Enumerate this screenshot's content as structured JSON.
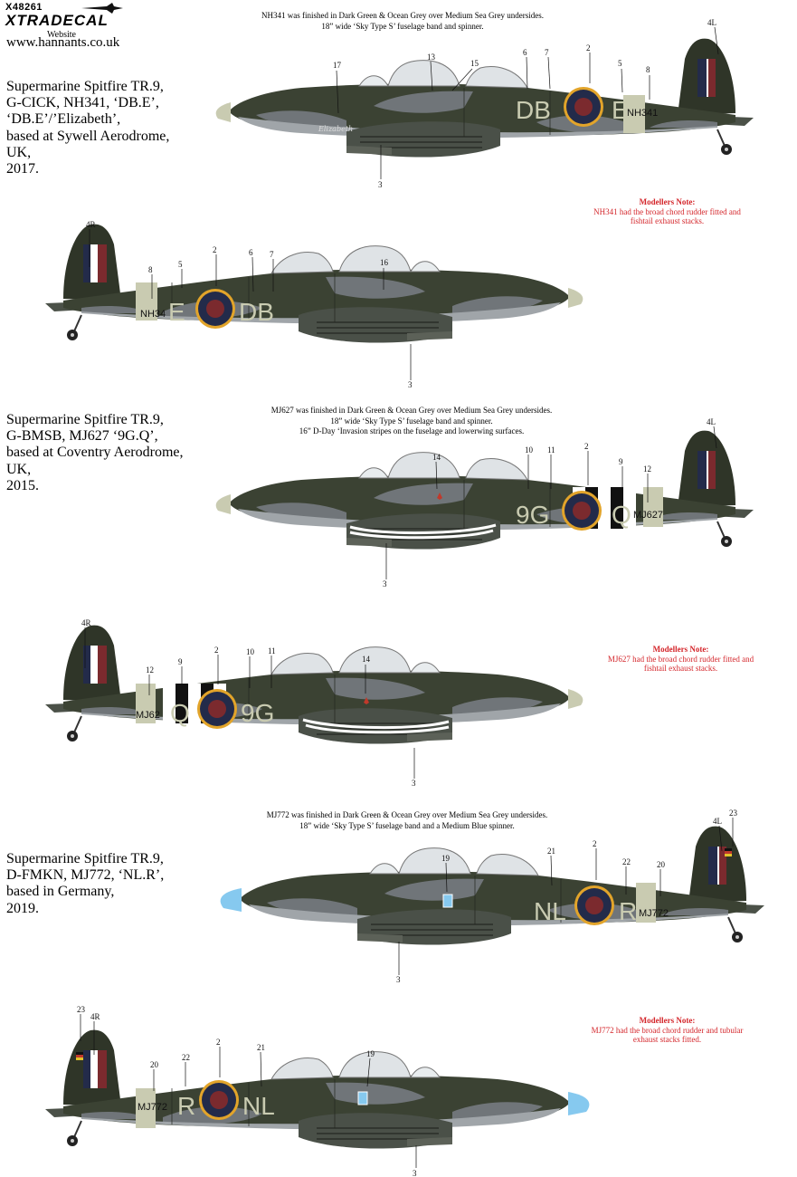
{
  "header": {
    "code": "X48261",
    "brand": "XTRADECAL",
    "website_label": "Website",
    "website_url": "www.hannants.co.uk"
  },
  "colors": {
    "dark_green": "#363e2e",
    "ocean_grey": "#6b7075",
    "medium_sea_grey": "#a0a5a9",
    "sky": "#c9cbb1",
    "roundel_blue": "#232b4a",
    "roundel_red": "#7b2a2e",
    "roundel_yellow": "#e2a42a",
    "medium_blue_spinner": "#86c9ef",
    "note_red": "#d4262b"
  },
  "schemes": [
    {
      "caption": [
        "Supermarine Spitfire TR.9,",
        "G-CICK, NH341, ‘DB.E’,",
        "‘DB.E’/’Elizabeth’,",
        "based at Sywell Aerodrome,",
        "UK,",
        "2017."
      ],
      "finish_note": [
        "NH341 was finished in Dark Green & Ocean Grey over Medium Sea Grey undersides.",
        "18” wide ‘Sky Type S’ fuselage band and spinner."
      ],
      "modellers_note": {
        "heading": "Modellers Note:",
        "lines": [
          "NH341 had the broad chord rudder fitted and",
          "fishtail exhaust stacks."
        ]
      },
      "side_a": {
        "letters_fwd": "DB",
        "letter_aft": "E",
        "serial": "NH341",
        "name_script": "Elizabeth",
        "callouts": [
          "17",
          "13",
          "15",
          "6",
          "7",
          "2",
          "5",
          "8",
          "4L",
          "3"
        ]
      },
      "side_b": {
        "letters_fwd": "DB",
        "letter_aft": "E",
        "serial": "NH34",
        "callouts": [
          "4R",
          "8",
          "5",
          "2",
          "6",
          "7",
          "16",
          "3"
        ]
      }
    },
    {
      "caption": [
        "Supermarine Spitfire TR.9,",
        "G-BMSB, MJ627 ‘9G.Q’,",
        "based at Coventry Aerodrome,",
        "UK,",
        "2015."
      ],
      "finish_note": [
        "MJ627 was finished in Dark Green & Ocean Grey over Medium Sea Grey undersides.",
        "18” wide ‘Sky Type S’ fuselage band and spinner.",
        "16” D-Day ‘Invasion stripes on the fuselage and lowerwing surfaces."
      ],
      "modellers_note": {
        "heading": "Modellers Note:",
        "lines": [
          "MJ627 had the broad chord rudder fitted and",
          "fishtail exhaust stacks."
        ]
      },
      "side_a": {
        "letters_fwd": "9G",
        "letter_aft": "Q",
        "serial": "MJ627",
        "callouts": [
          "14",
          "10",
          "11",
          "2",
          "9",
          "12",
          "4L",
          "3"
        ]
      },
      "side_b": {
        "letters_fwd": "9G",
        "letter_aft": "Q",
        "serial": "MJ62",
        "callouts": [
          "4R",
          "12",
          "9",
          "2",
          "10",
          "11",
          "14",
          "3"
        ]
      }
    },
    {
      "caption": [
        "Supermarine Spitfire TR.9,",
        "D-FMKN, MJ772, ‘NL.R’,",
        "based in Germany,",
        "2019."
      ],
      "finish_note": [
        "MJ772 was finished in Dark Green & Ocean Grey over Medium Sea Grey undersides.",
        "18” wide ‘Sky Type S’ fuselage band and a Medium Blue spinner."
      ],
      "modellers_note": {
        "heading": "Modellers Note:",
        "lines": [
          "MJ772 had the broad chord rudder and tubular",
          "exhaust stacks fitted."
        ]
      },
      "side_a": {
        "letters_fwd": "NL",
        "letter_aft": "R",
        "serial": "MJ772",
        "callouts": [
          "19",
          "21",
          "2",
          "22",
          "20",
          "4L",
          "23",
          "3"
        ]
      },
      "side_b": {
        "letters_fwd": "NL",
        "letter_aft": "R",
        "serial": "MJ772",
        "callouts": [
          "23",
          "4R",
          "20",
          "22",
          "2",
          "21",
          "19",
          "3"
        ]
      }
    }
  ]
}
